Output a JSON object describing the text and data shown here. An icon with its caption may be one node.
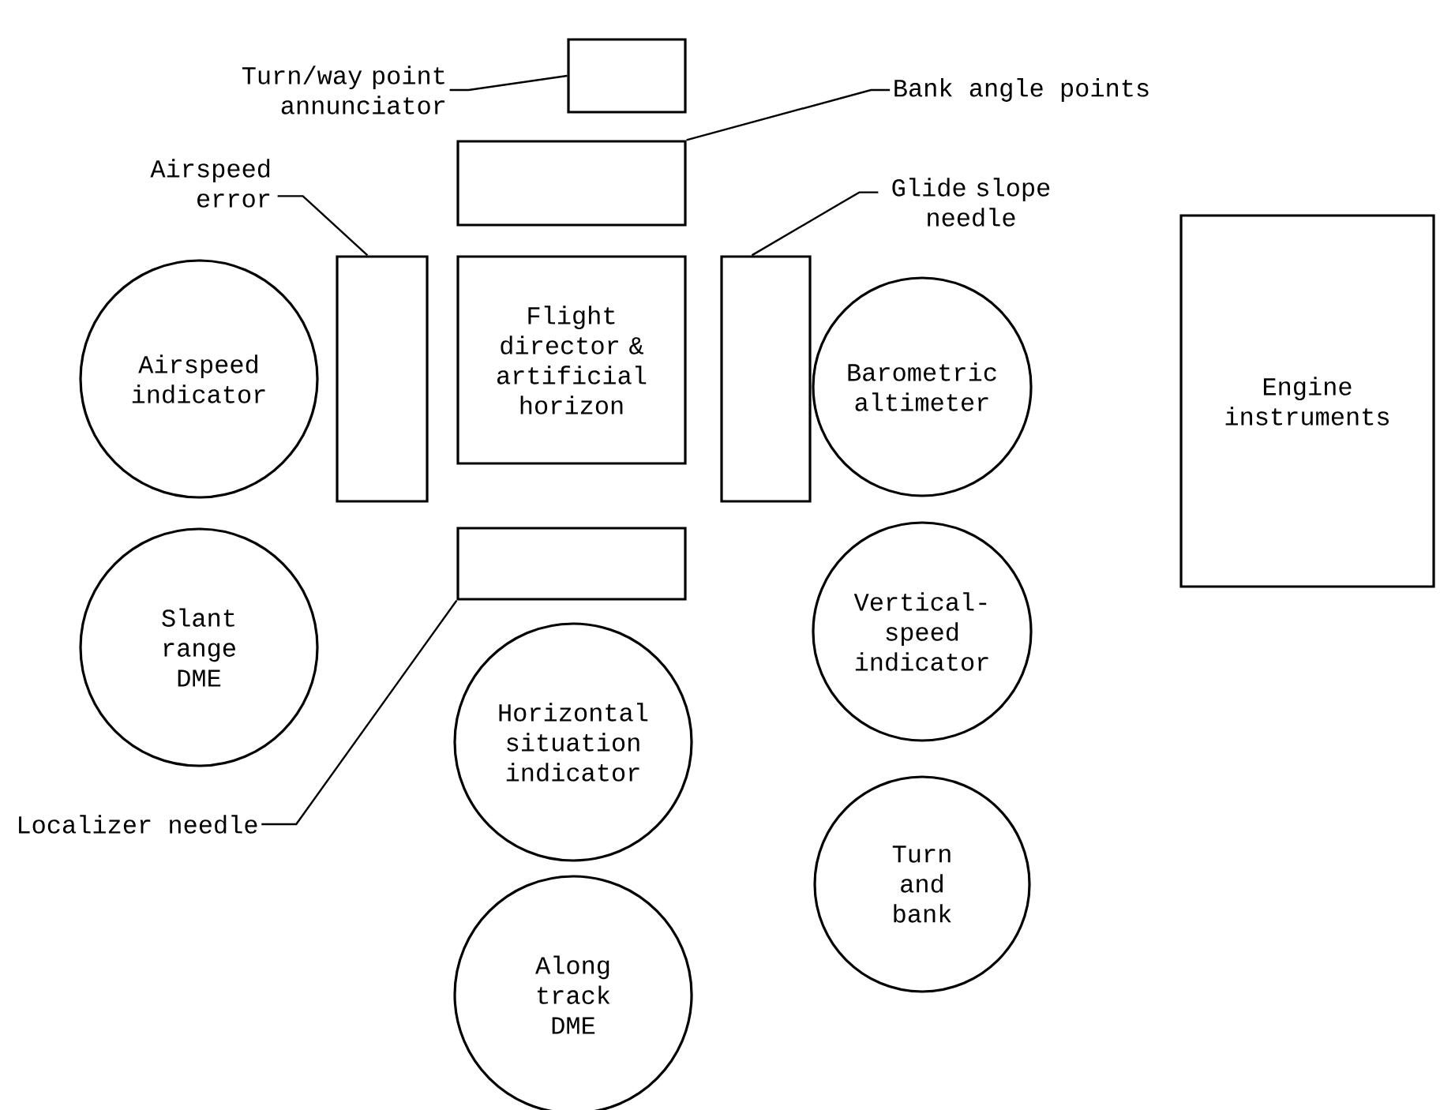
{
  "diagram": {
    "nodes": [
      {
        "text": [
          "Turn/way point annunciator"
        ]
      },
      {
        "text": [],
        "shape": "box"
      },
      {
        "text": [
          "Bank angle points"
        ]
      },
      {
        "text": [],
        "shape": "box"
      },
      {
        "text": [
          "Airspeed error"
        ]
      },
      {
        "text": [
          "Glide slope needle"
        ]
      },
      {
        "text": [],
        "shape": "box"
      },
      {
        "text": [
          "Flight director & artificial horizon"
        ]
      },
      {
        "text": [],
        "shape": "box"
      },
      {
        "text": [
          "Airspeed indicator"
        ]
      },
      {
        "text": [
          "Barometric altimeter"
        ]
      },
      {
        "text": [
          "Engine instruments"
        ]
      },
      {
        "text": [],
        "shape": "box"
      },
      {
        "text": [
          "Slant range DME"
        ]
      },
      {
        "text": [
          "Vertical-speed indicator"
        ]
      },
      {
        "text": [
          "Horizontal situation indicator"
        ]
      },
      {
        "text": [
          "Localizer needle"
        ]
      },
      {
        "text": [
          "Turn and bank"
        ]
      },
      {
        "text": [
          "Along track DME"
        ]
      }
    ],
    "edges": [
      {
        "from": 0,
        "to": 1,
        "arrow": "none"
      },
      {
        "from": 2,
        "to": 3,
        "arrow": "none"
      },
      {
        "from": 4,
        "to": 6,
        "arrow": "none"
      },
      {
        "from": 5,
        "to": 8,
        "arrow": "none"
      },
      {
        "from": 16,
        "to": 12,
        "arrow": "none"
      }
    ]
  }
}
